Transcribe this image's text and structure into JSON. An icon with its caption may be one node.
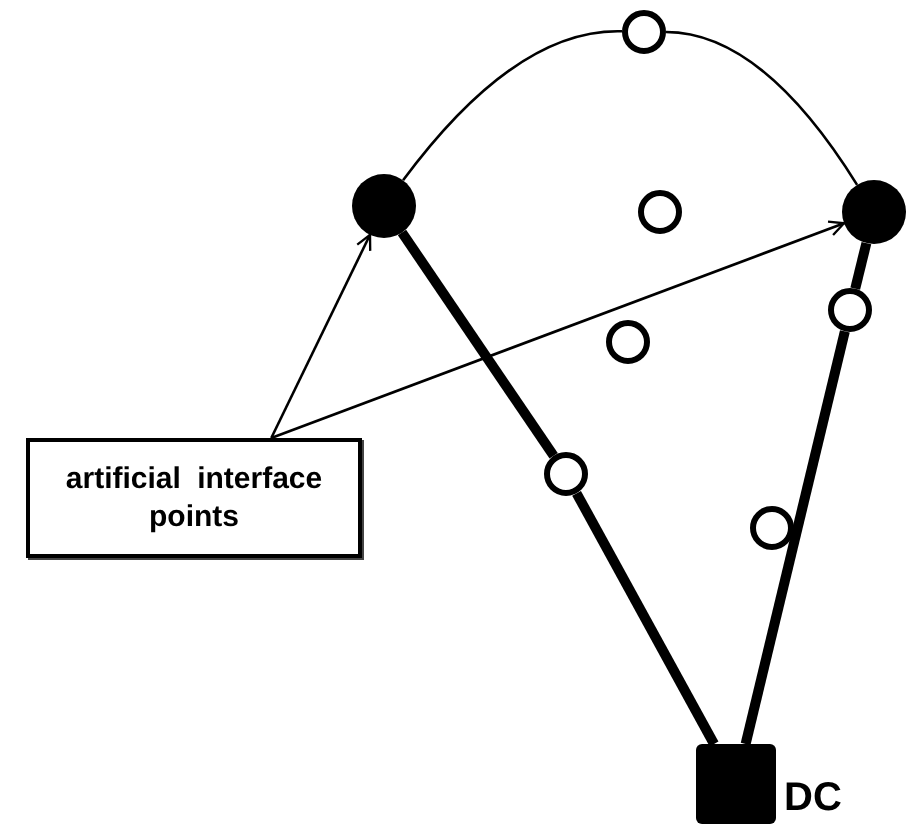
{
  "diagram": {
    "nodes": [
      {
        "text": [],
        "shape": "circle"
      },
      {
        "text": [],
        "shape": "dot"
      },
      {
        "text": [],
        "shape": "circle"
      },
      {
        "text": [],
        "shape": "dot"
      },
      {
        "text": [],
        "shape": "circle"
      },
      {
        "text": [],
        "shape": "circle"
      },
      {
        "text": [
          "artificial interface points"
        ]
      },
      {
        "text": [],
        "shape": "circle"
      },
      {
        "text": [],
        "shape": "circle"
      },
      {
        "text": [],
        "shape": "square",
        "beside": [
          "DC"
        ]
      }
    ],
    "edges": [
      {
        "from": 1,
        "to": 0,
        "arrow": "none"
      },
      {
        "from": 0,
        "to": 3,
        "arrow": "none"
      },
      {
        "from": 1,
        "to": 7,
        "arrow": "none",
        "style": "thick"
      },
      {
        "from": 7,
        "to": 9,
        "arrow": "none",
        "style": "thick"
      },
      {
        "from": 3,
        "to": 4,
        "arrow": "none",
        "style": "thick"
      },
      {
        "from": 4,
        "to": 9,
        "arrow": "none",
        "style": "thick"
      },
      {
        "from": 6,
        "to": 1,
        "arrow": "to"
      },
      {
        "from": 6,
        "to": 3,
        "arrow": "to"
      }
    ]
  }
}
